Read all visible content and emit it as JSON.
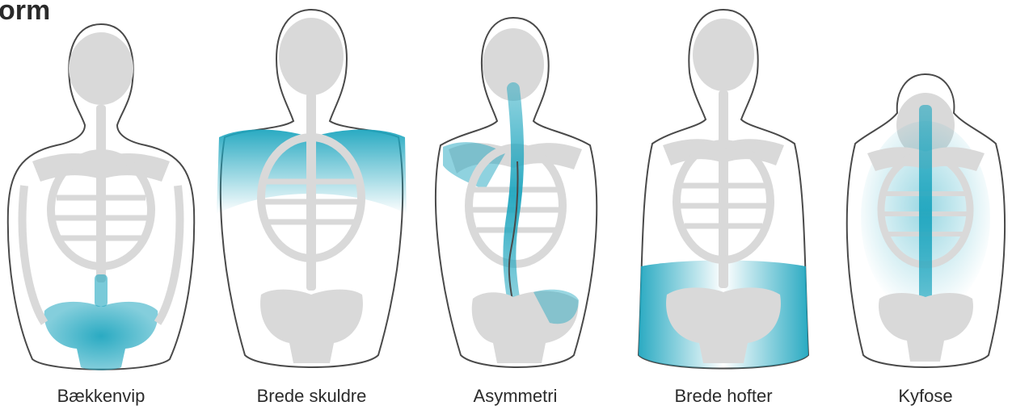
{
  "header": {
    "title": "orm"
  },
  "figures": [
    {
      "label": "Bækkenvip"
    },
    {
      "label": "Brede skuldre"
    },
    {
      "label": "Asymmetri"
    },
    {
      "label": "Brede hofter"
    },
    {
      "label": "Kyfose"
    }
  ],
  "colors": {
    "bone": "#d9d9d9",
    "outline": "#4a4a4a",
    "highlight": "#1fa6bf"
  }
}
